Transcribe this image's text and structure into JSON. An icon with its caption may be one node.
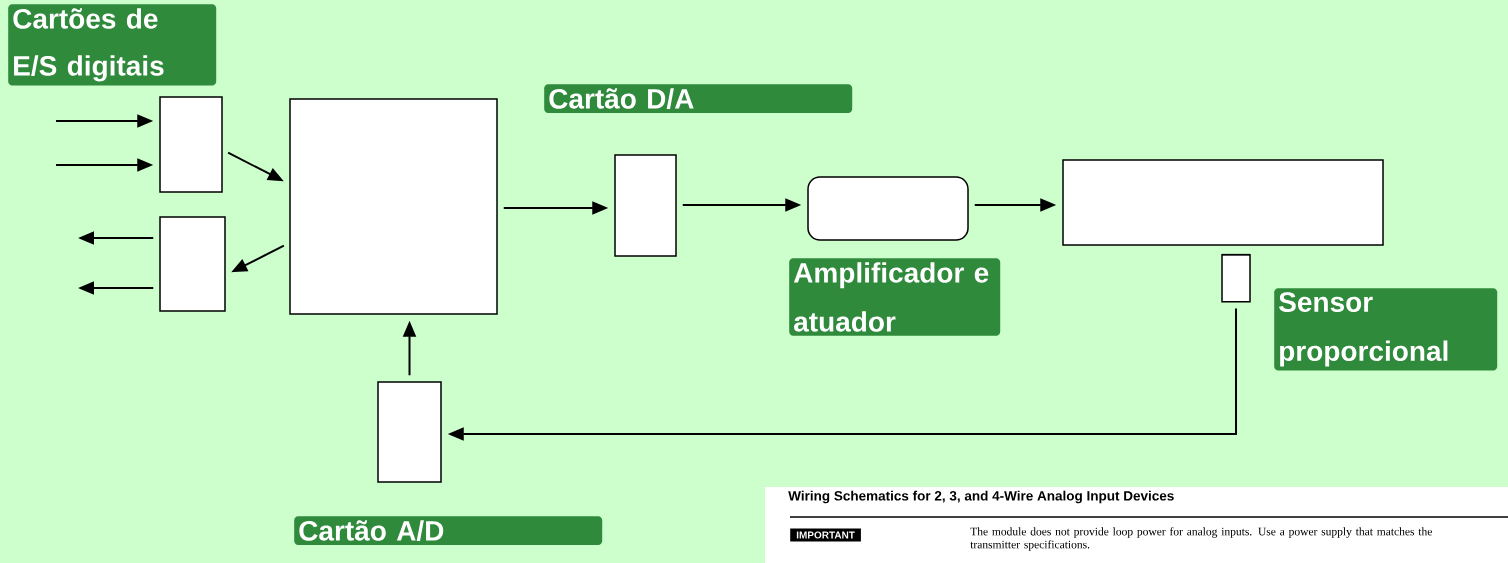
{
  "diagram": {
    "nodes": [
      {
        "text": [],
        "shape": "box"
      },
      {
        "text": [],
        "shape": "box"
      },
      {
        "text": [],
        "shape": "box"
      },
      {
        "text": [],
        "shape": "box",
        "beside": [
          "Cartão D/A"
        ]
      },
      {
        "text": [],
        "shape": "box",
        "beside": [
          "Amplificador e atuador"
        ]
      },
      {
        "text": [],
        "shape": "box"
      },
      {
        "text": [],
        "shape": "cylinder",
        "beside": [
          "Sensor proporcional"
        ]
      },
      {
        "text": [],
        "shape": "box",
        "beside": [
          "Cartão A/D"
        ]
      }
    ],
    "edges": [
      {
        "from": null,
        "to": 0,
        "arrow": "to"
      },
      {
        "from": null,
        "to": 0,
        "arrow": "to"
      },
      {
        "from": 1,
        "to": null,
        "arrow": "to"
      },
      {
        "from": 1,
        "to": null,
        "arrow": "to"
      },
      {
        "from": 0,
        "to": 2,
        "arrow": "to"
      },
      {
        "from": 2,
        "to": 1,
        "arrow": "to"
      },
      {
        "from": 2,
        "to": 3,
        "arrow": "to"
      },
      {
        "from": 3,
        "to": 4,
        "arrow": "to"
      },
      {
        "from": 4,
        "to": 5,
        "arrow": "to"
      },
      {
        "from": 6,
        "to": 7,
        "arrow": "to"
      },
      {
        "from": 7,
        "to": 2,
        "arrow": "to"
      }
    ],
    "labels": [
      "Cartões de E/S digitais",
      "Wiring Schematics for 2, 3, and 4-Wire Analog Input Devices",
      "IMPORTANT",
      "The module does not provide loop power for analog inputs. Use a power supply that matches the transmitter specifications."
    ]
  }
}
